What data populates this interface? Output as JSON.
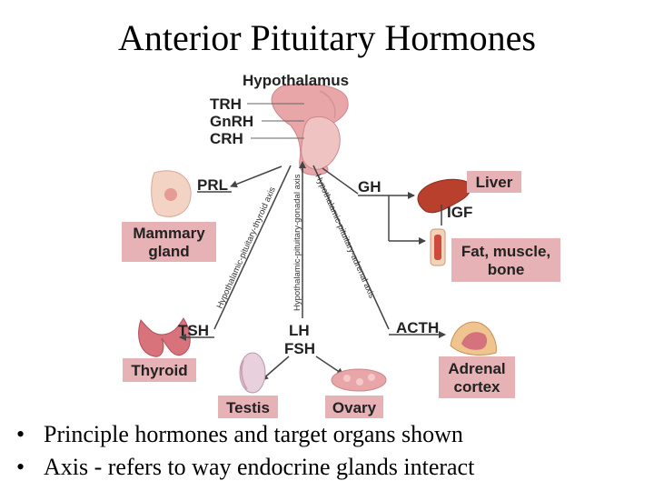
{
  "title": "Anterior Pituitary Hormones",
  "diagram": {
    "hypothalamus": "Hypothalamus",
    "releasing_hormones": [
      "TRH",
      "GnRH",
      "CRH"
    ],
    "hormones": {
      "prl": "PRL",
      "gh": "GH",
      "igf": "IGF",
      "tsh": "TSH",
      "lh": "LH",
      "fsh": "FSH",
      "acth": "ACTH"
    },
    "axes": {
      "thyroid": "Hypothalamic-pituitary-thyroid axis",
      "gonadal": "Hypothalamic-pituitary-gonadal axis",
      "adrenal": "Hypothalamic-pituitary-adrenal axis"
    },
    "targets": {
      "mammary_line1": "Mammary",
      "mammary_line2": "gland",
      "liver": "Liver",
      "fat_line1": "Fat, muscle,",
      "fat_line2": "bone",
      "thyroid": "Thyroid",
      "testis": "Testis",
      "ovary": "Ovary",
      "adrenal_line1": "Adrenal",
      "adrenal_line2": "cortex"
    },
    "colors": {
      "label_box": "#e6b2b5",
      "arrow": "#444444",
      "organ_pink": "#e8a6a8",
      "liver": "#b8402c"
    }
  },
  "bullets": [
    "Principle hormones and target organs shown",
    "Axis - refers to way endocrine glands interact"
  ]
}
